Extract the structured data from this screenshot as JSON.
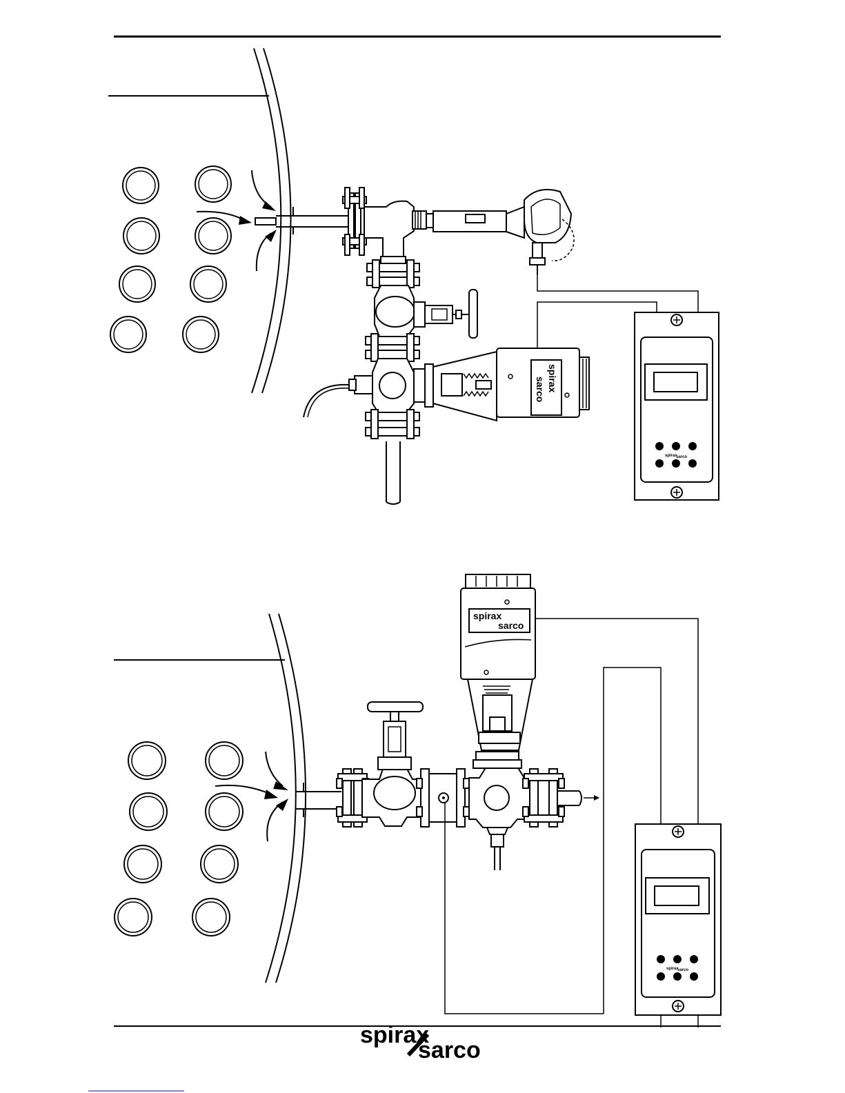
{
  "brand": {
    "line1": "spirax",
    "line2": "sarco"
  },
  "figures": [
    {
      "actuator_brand_line1": "spirax",
      "actuator_brand_line2": "sarco",
      "controller_brand_line1": "spirax",
      "controller_brand_line2": "sarco"
    },
    {
      "actuator_brand_line1": "spirax",
      "actuator_brand_line2": "sarco",
      "controller_brand_line1": "spirax",
      "controller_brand_line2": "sarco"
    }
  ],
  "icons": [
    "flow-arrow-icon",
    "screw-icon",
    "button-icon"
  ],
  "colors": {
    "ink": "#000000",
    "paper": "#ffffff",
    "link": "#0000ee"
  }
}
